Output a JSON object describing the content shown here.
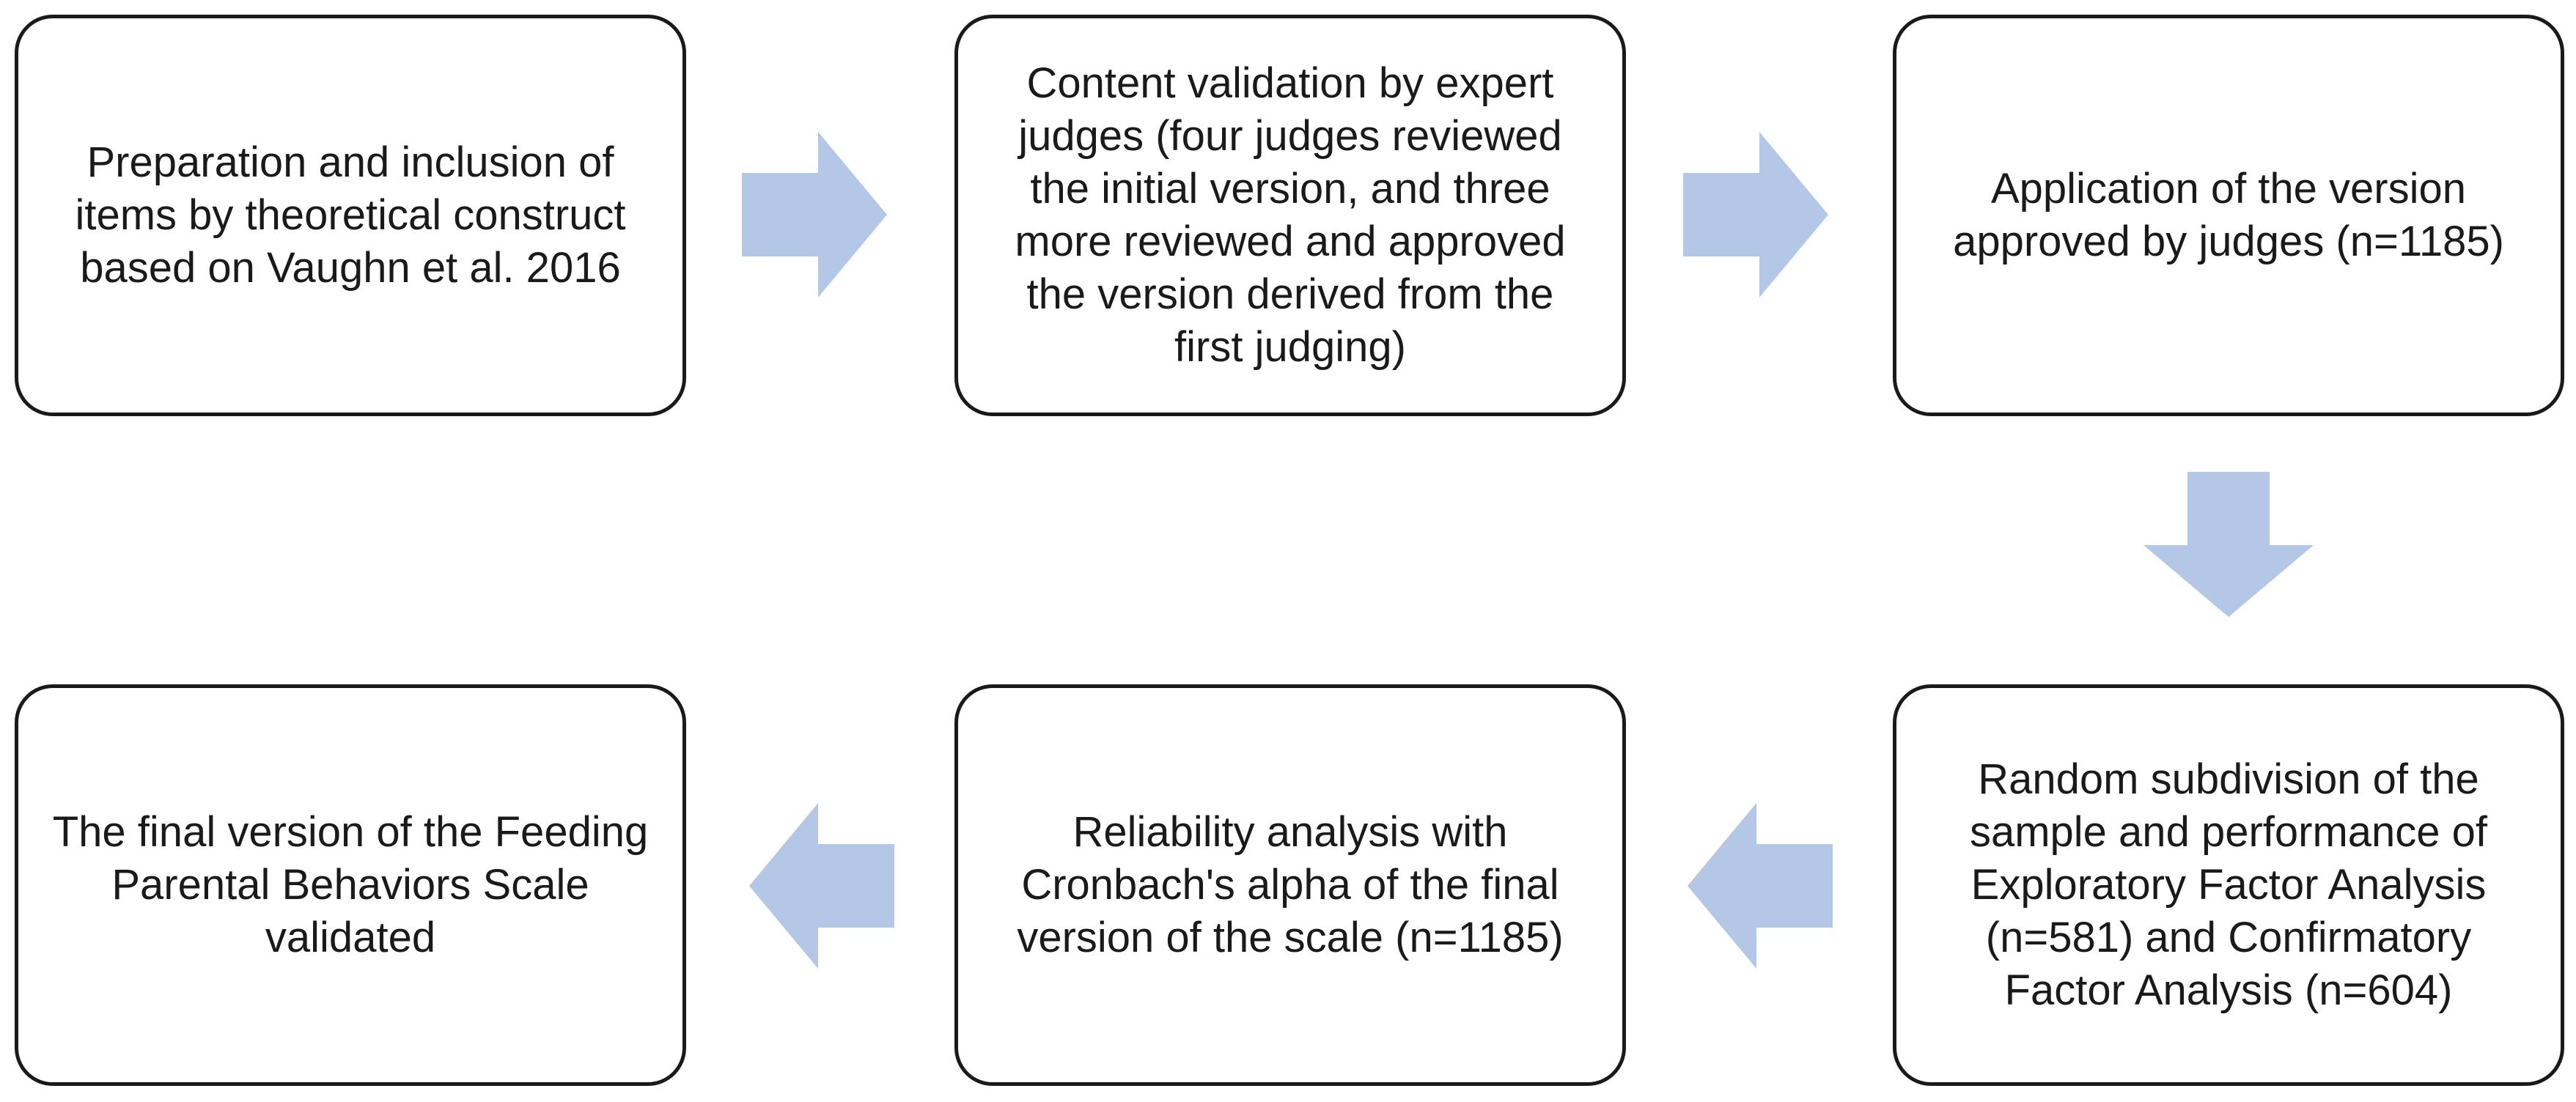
{
  "colors": {
    "arrow_fill": "#b4c7e7",
    "box_border": "#1a1a1a",
    "text": "#1a1a1a"
  },
  "steps": [
    {
      "text": "Preparation and inclusion of items by theoretical construct based on Vaughn et al. 2016"
    },
    {
      "text": "Content validation by expert judges (four judges reviewed the initial version, and three more reviewed and approved the version derived from the first judging)"
    },
    {
      "text": "Application of the version approved by judges (n=1185)"
    },
    {
      "text": "Random subdivision of the sample and performance of Exploratory Factor Analysis (n=581) and Confirmatory Factor Analysis (n=604)"
    },
    {
      "text": "Reliability analysis with Cronbach's alpha of the final version of the scale (n=1185)"
    },
    {
      "text": "The final version of the Feeding Parental Behaviors Scale validated"
    }
  ],
  "arrows": [
    {
      "from": 1,
      "to": 2,
      "direction": "right",
      "icon": "arrow-right-icon"
    },
    {
      "from": 2,
      "to": 3,
      "direction": "right",
      "icon": "arrow-right-icon"
    },
    {
      "from": 3,
      "to": 4,
      "direction": "down",
      "icon": "arrow-down-icon"
    },
    {
      "from": 4,
      "to": 5,
      "direction": "left",
      "icon": "arrow-left-icon"
    },
    {
      "from": 5,
      "to": 6,
      "direction": "left",
      "icon": "arrow-left-icon"
    }
  ]
}
